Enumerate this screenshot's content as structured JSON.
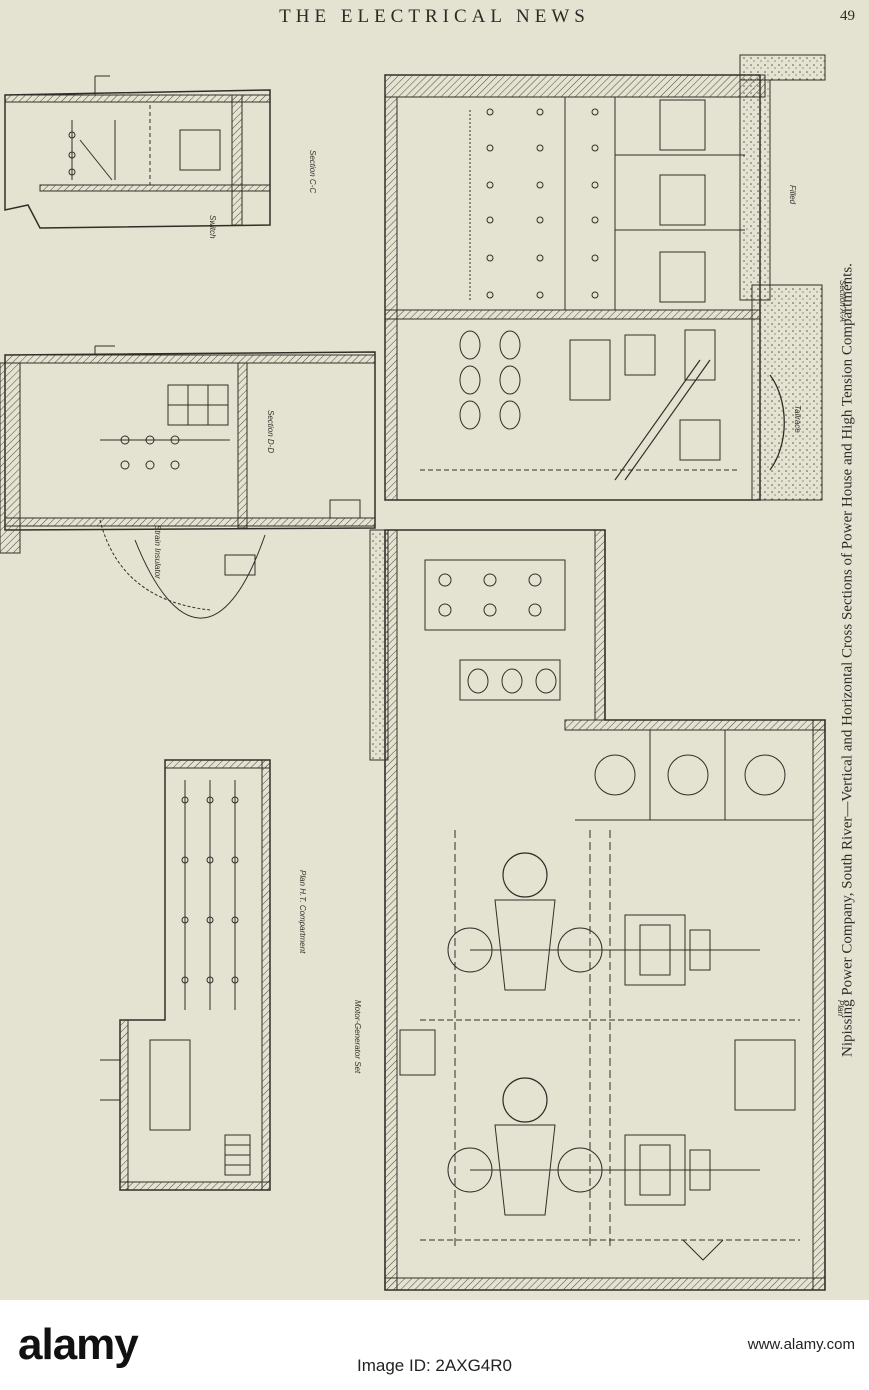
{
  "header": {
    "title": "THE ELECTRICAL NEWS",
    "page_number": "49"
  },
  "caption": "Nipissing Power Company, South River—Vertical and Horizontal Cross Sections of Power House and High Tension Compartments.",
  "drawing": {
    "section_labels": [
      "Section C-C",
      "Section D-D",
      "Section A-A",
      "Plan H.T. Compartment",
      "Plan"
    ],
    "annotations": [
      "Tailrace",
      "Filled",
      "Switch",
      "Strain Insulator",
      "Motor-Generator Set"
    ]
  },
  "watermark": {
    "logo_text": "alamy",
    "image_id": "Image ID: 2AXG4R0",
    "site": "www.alamy.com"
  }
}
